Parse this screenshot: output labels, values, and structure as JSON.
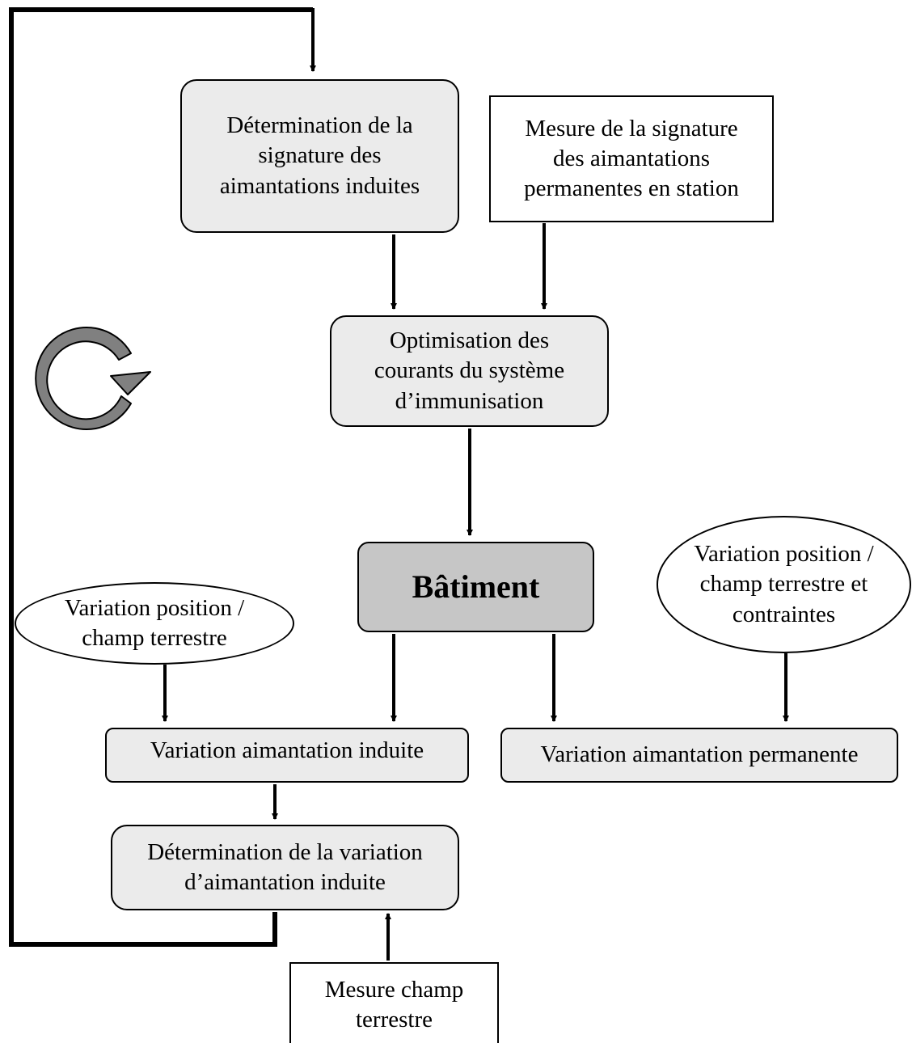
{
  "nodes": {
    "induced_signature": "Détermination de la\nsignature des\naimantations induites",
    "permanent_measure": "Mesure de la signature\ndes aimantations\npermanentes en station",
    "optimisation": "Optimisation des\ncourants du système\nd’immunisation",
    "batiment": "Bâtiment",
    "variation_left": "Variation position /\nchamp terrestre",
    "variation_right": "Variation position /\nchamp terrestre et\ncontraintes",
    "induced_variation": "Variation aimantation induite",
    "permanent_variation": "Variation aimantation permanente",
    "determination_variation": "Détermination de la variation\nd’aimantation induite",
    "earth_field": "Mesure champ\nterrestre"
  },
  "colors": {
    "node_fill": "#ebebeb",
    "batiment_fill": "#c6c6c6",
    "cycle_icon": "#808080",
    "line": "#000000"
  }
}
